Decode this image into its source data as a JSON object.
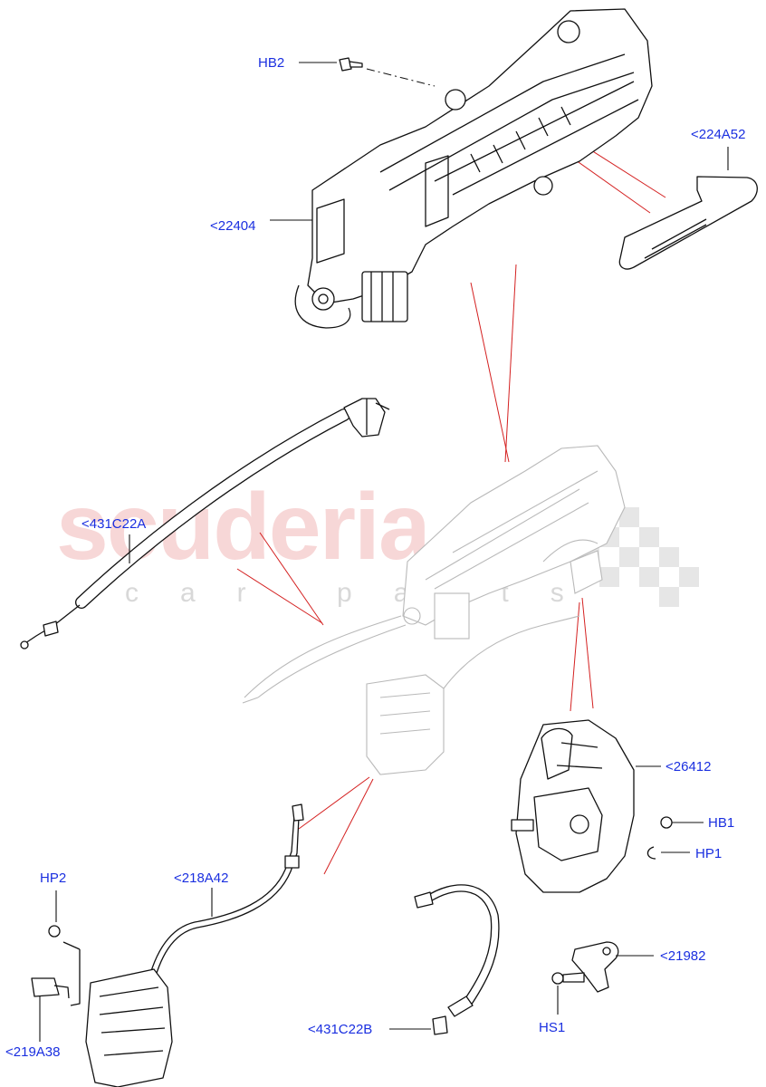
{
  "watermark": {
    "main": "scuderia",
    "sub": "car parts"
  },
  "callouts": {
    "hb2": "HB2",
    "p224a52": "<224A52",
    "p22404": "<22404",
    "p431c22a": "<431C22A",
    "p26412": "<26412",
    "hb1": "HB1",
    "hp1": "HP1",
    "hp2": "HP2",
    "p218a42": "<218A42",
    "p21982": "<21982",
    "hs1": "HS1",
    "p219a38": "<219A38",
    "p431c22b": "<431C22B"
  },
  "colors": {
    "label": "#1a2fe0",
    "line": "#111111",
    "explode_line": "#d42020",
    "ghost": "#b9b9b9",
    "watermark": "#f2b8b8"
  }
}
